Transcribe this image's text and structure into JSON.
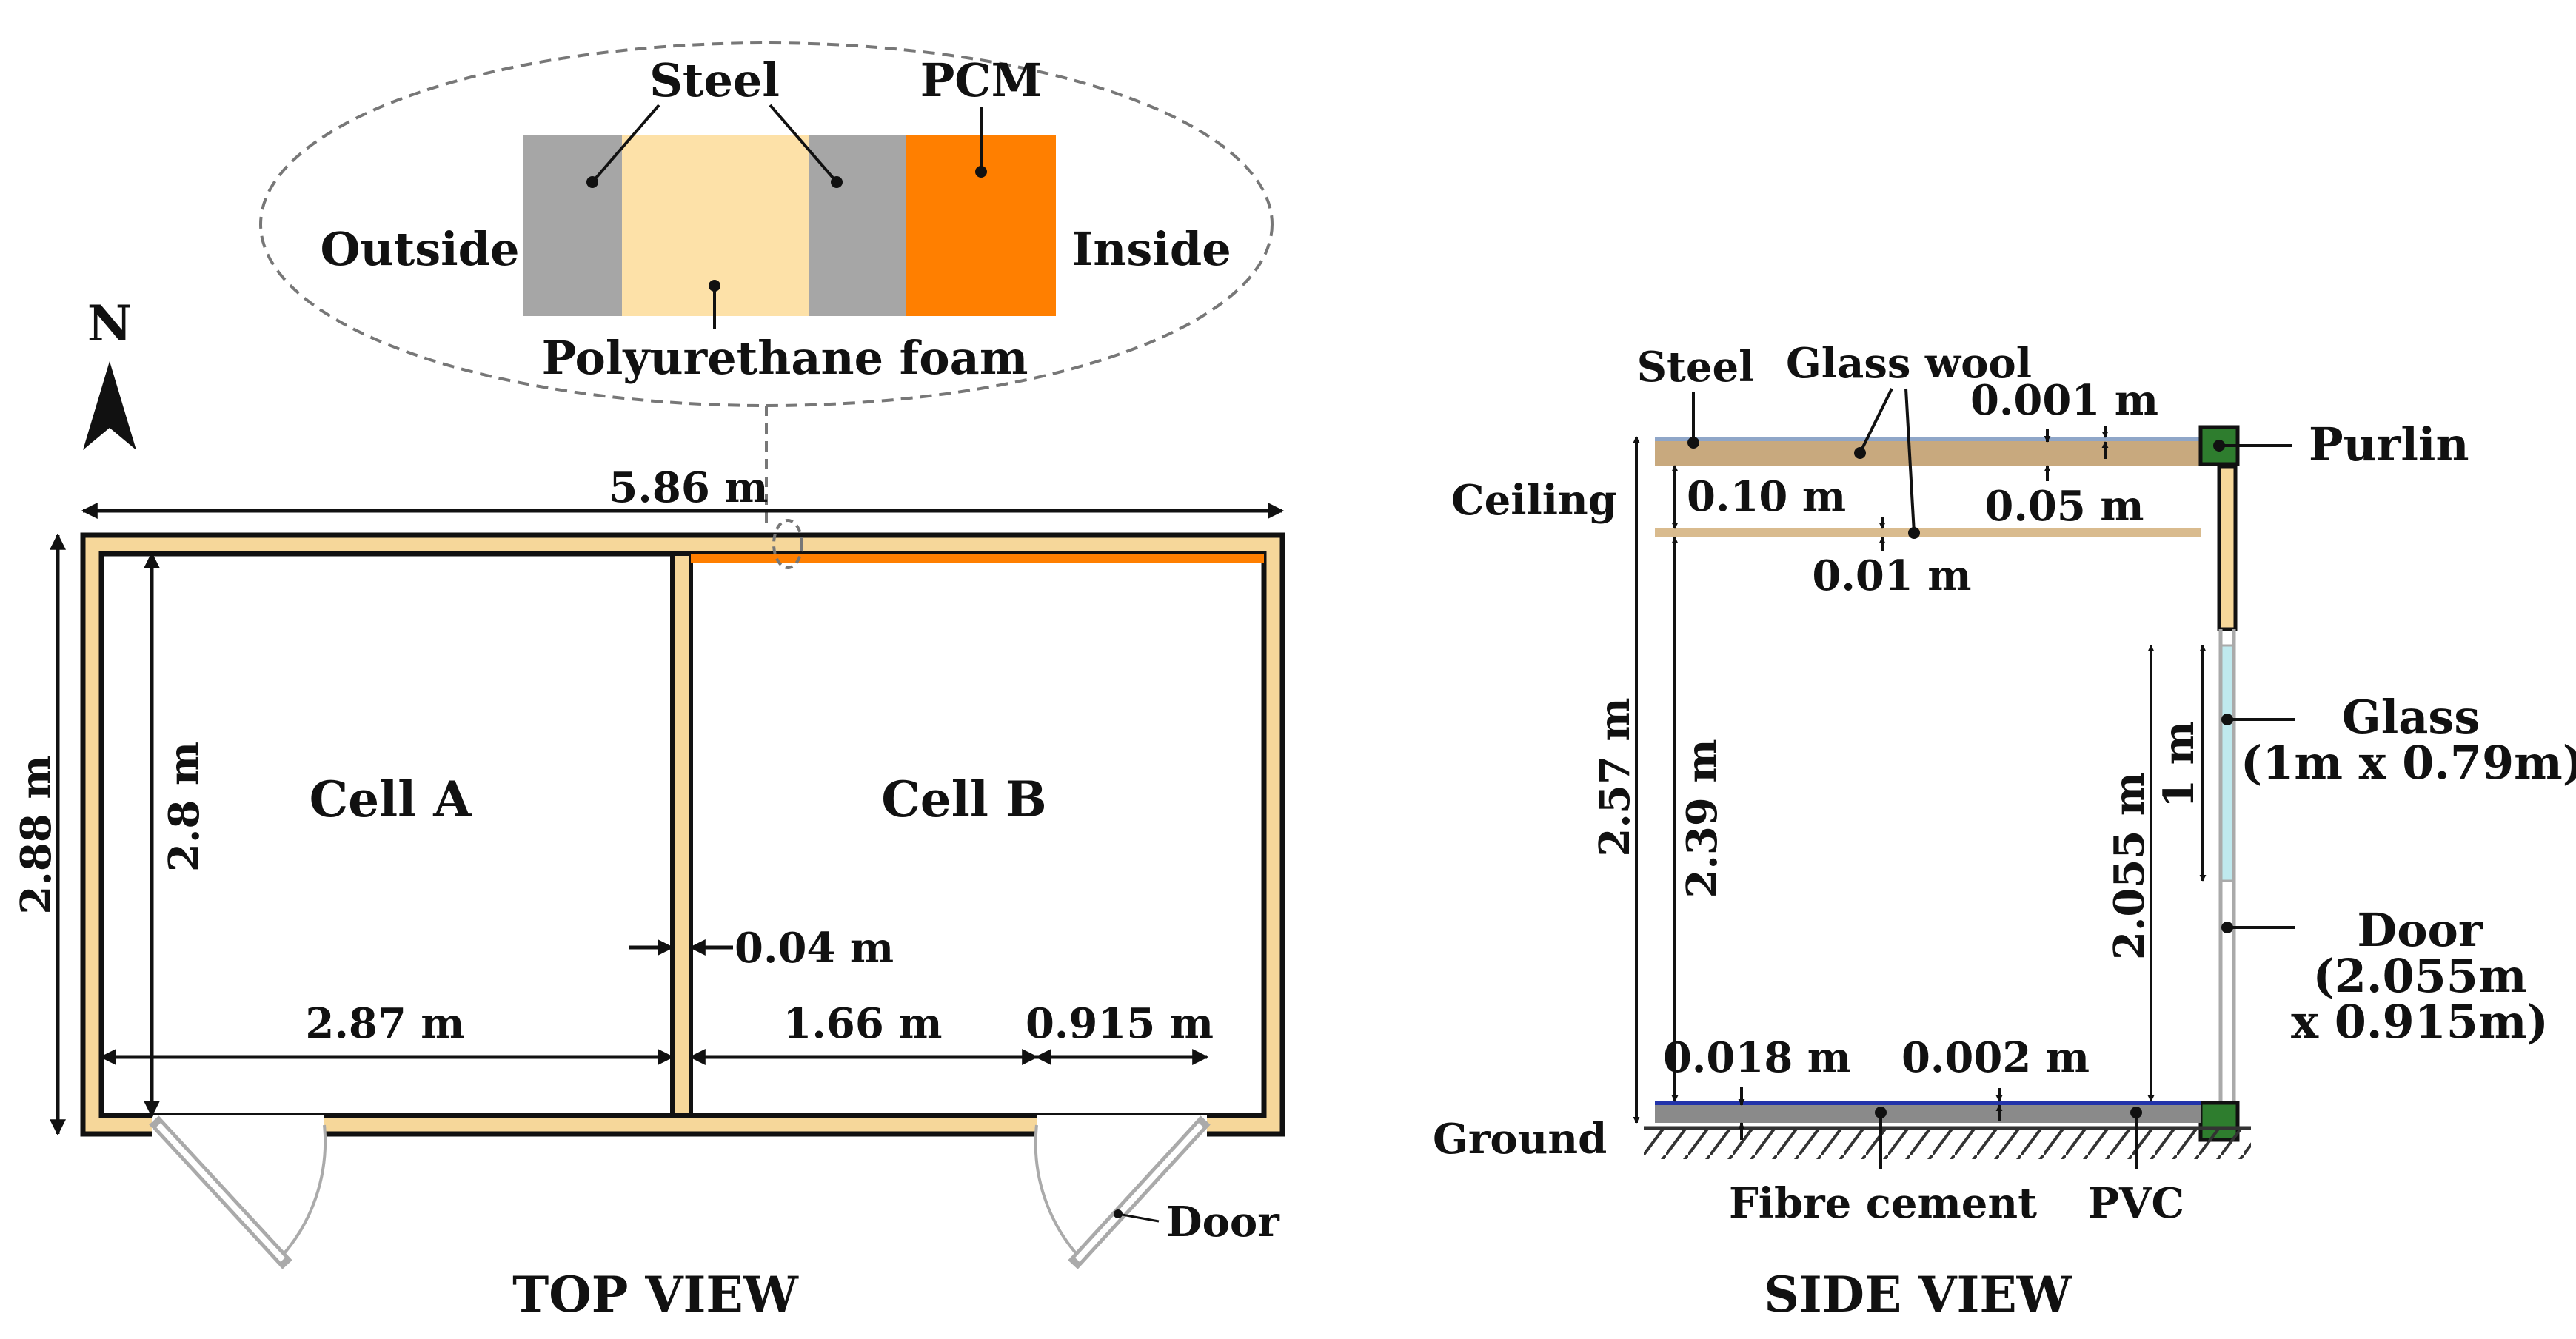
{
  "top_view": {
    "title": "TOP VIEW",
    "north": "N",
    "cell_a": "Cell A",
    "cell_b": "Cell B",
    "dim_width": "5.86 m",
    "dim_outer_height": "2.88 m",
    "dim_inner_height": "2.8 m",
    "dim_cell_a_width": "2.87 m",
    "dim_partition": "0.04 m",
    "dim_b_left": "1.66 m",
    "dim_door": "0.915 m",
    "door_label": "Door"
  },
  "wall_detail": {
    "outside": "Outside",
    "inside": "Inside",
    "steel": "Steel",
    "pcm": "PCM",
    "foam": "Polyurethane foam"
  },
  "side_view": {
    "title": "SIDE VIEW",
    "steel": "Steel",
    "glass_wool": "Glass wool",
    "ceiling": "Ceiling",
    "ground": "Ground",
    "purlin": "Purlin",
    "dim_0001": "0.001 m",
    "dim_005": "0.05 m",
    "dim_010": "0.10 m",
    "dim_001": "0.01 m",
    "dim_257": "2.57 m",
    "dim_239": "2.39 m",
    "dim_2055": "2.055 m",
    "dim_1m": "1 m",
    "dim_0018": "0.018 m",
    "dim_0002": "0.002 m",
    "glass_line1": "Glass",
    "glass_line2": "(1m x 0.79m)",
    "door_line1": "Door",
    "door_line2": "(2.055m",
    "door_line3": "x 0.915m)",
    "fibre_cement": "Fibre cement",
    "pvc": "PVC"
  },
  "colors": {
    "steel": "#a6a6a6",
    "foam": "#fde1a8",
    "pcm": "#ff7f00",
    "wall_fill": "#f6d79a",
    "glass_wool": "#c8a97e",
    "glass": "#bfe9ee",
    "purlin": "#2e7d2e",
    "floor_blue": "#2233aa"
  }
}
